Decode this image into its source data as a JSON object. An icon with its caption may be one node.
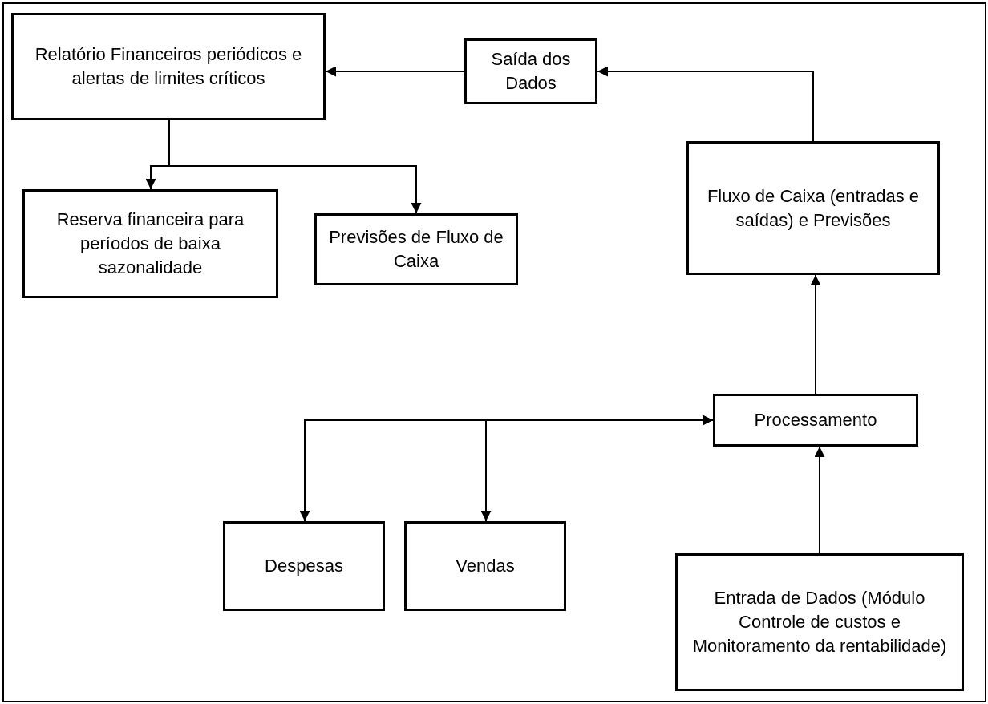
{
  "diagram": {
    "nodes": [
      {
        "text": [
          "Relatório Financeiros periódicos e alertas de limites críticos"
        ]
      },
      {
        "text": [
          "Saída dos Dados"
        ]
      },
      {
        "text": [
          "Reserva financeira para períodos de baixa sazonalidade"
        ]
      },
      {
        "text": [
          "Previsões de Fluxo de Caixa"
        ]
      },
      {
        "text": [
          "Fluxo de Caixa (entradas e saídas) e Previsões"
        ]
      },
      {
        "text": [
          "Processamento"
        ]
      },
      {
        "text": [
          "Despesas"
        ]
      },
      {
        "text": [
          "Vendas"
        ]
      },
      {
        "text": [
          "Entrada de Dados (Módulo Controle de custos e Monitoramento da rentabilidade)"
        ]
      }
    ],
    "edges": [
      {
        "from": 1,
        "to": 0,
        "arrow": "to"
      },
      {
        "from": 4,
        "to": 1,
        "arrow": "to"
      },
      {
        "from": 0,
        "to": 2,
        "arrow": "to"
      },
      {
        "from": 0,
        "to": 3,
        "arrow": "to"
      },
      {
        "from": 5,
        "to": 4,
        "arrow": "to"
      },
      {
        "from": 8,
        "to": 5,
        "arrow": "to"
      },
      {
        "from": 6,
        "to": 5,
        "arrow": "both"
      },
      {
        "from": 7,
        "to": 5,
        "arrow": "both"
      }
    ]
  }
}
